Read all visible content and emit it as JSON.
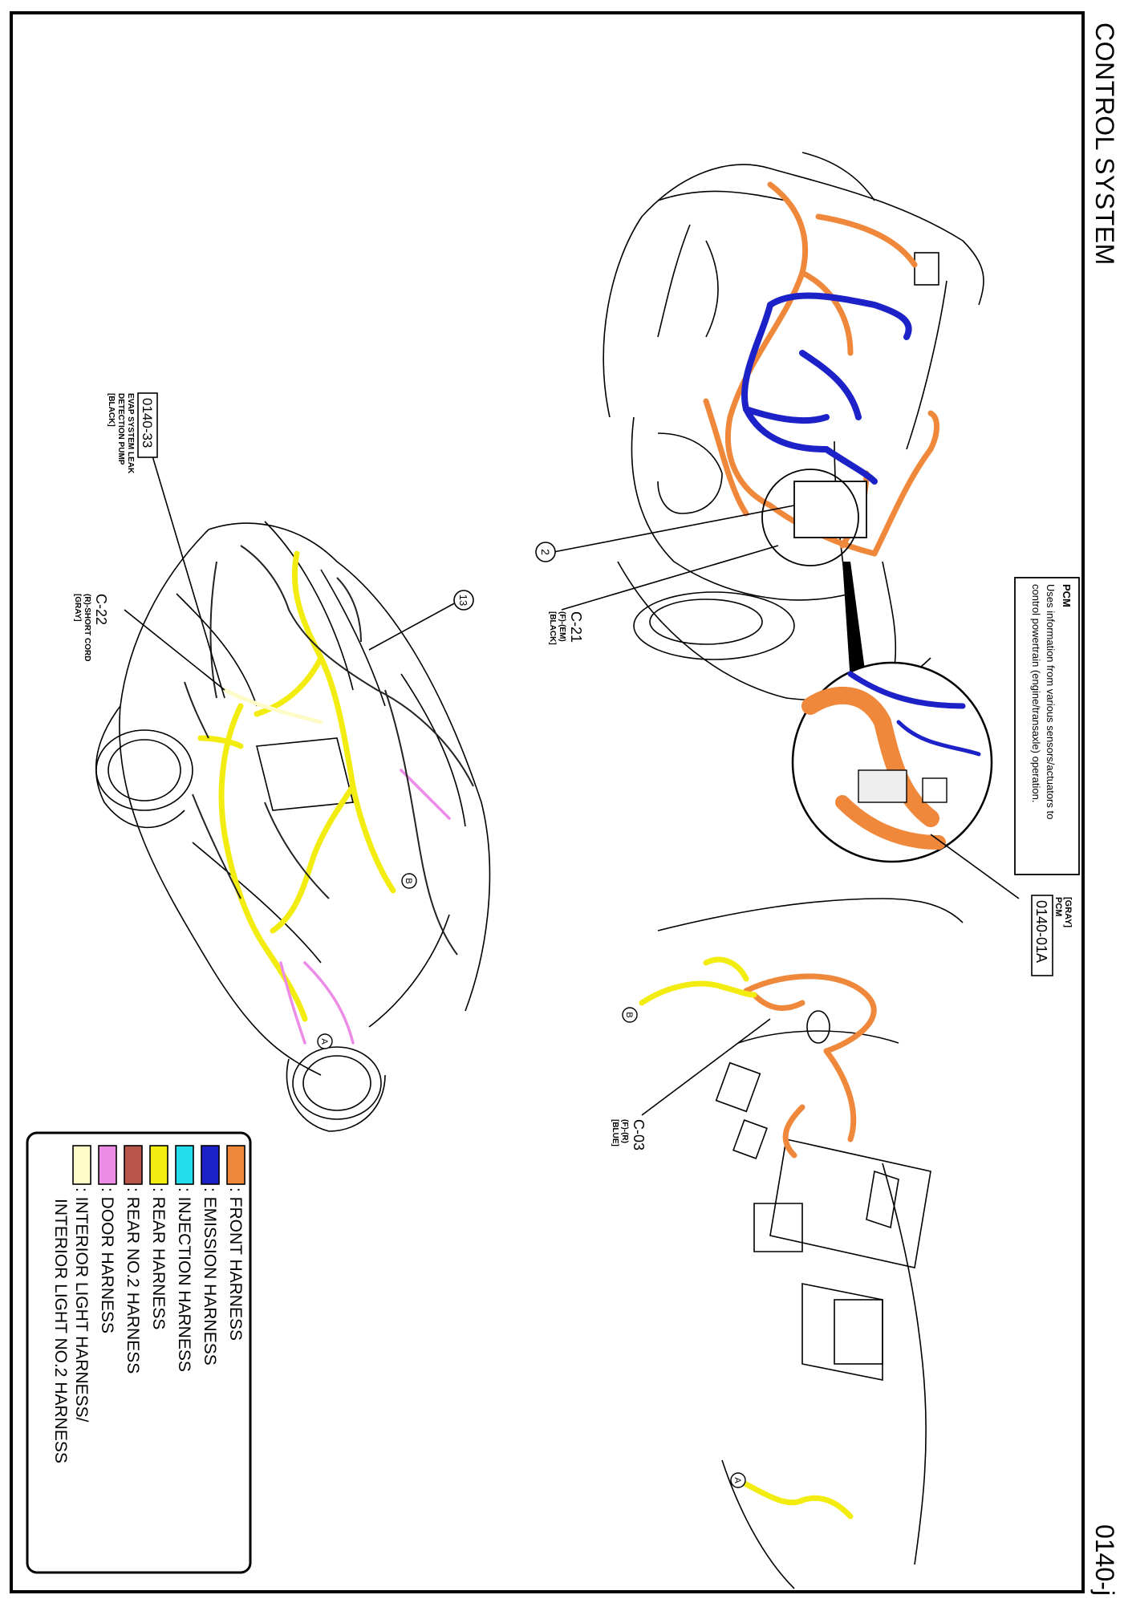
{
  "header": {
    "title": "CONTROL SYSTEM",
    "page_number": "0140-j"
  },
  "callouts": {
    "evap_pump": {
      "code": "0140-33",
      "line1": "EVAP SYSTEM LEAK",
      "line2": "DETECTION PUMP",
      "line3": "[BLACK]"
    },
    "c22": {
      "code": "C-22",
      "line1": "(R)-SHORT CORD",
      "line2": "[GRAY]"
    },
    "c21": {
      "code": "C-21",
      "line1": "(F)-(EM)",
      "line2": "[BLACK]"
    },
    "c03": {
      "code": "C-03",
      "line1": "(F)-(R)",
      "line2": "[BLUE]"
    },
    "pcm_connector": {
      "code": "0140-01A",
      "line1": "PCM",
      "line2": "[GRAY]"
    },
    "ref_13": "13",
    "ref_2": "2",
    "ref_a": "A",
    "ref_b": "B"
  },
  "pcm_note": {
    "title": "PCM",
    "line1": "Uses information from various sensors/actuators to",
    "line2": "control powertrain (engine/transaxle) operation."
  },
  "legend": {
    "items": [
      {
        "label": ": FRONT HARNESS",
        "color": "#f0883c"
      },
      {
        "label": ": EMISSION HARNESS",
        "color": "#1c22c8"
      },
      {
        "label": ": INJECTION HARNESS",
        "color": "#22dcec"
      },
      {
        "label": ": REAR HARNESS",
        "color": "#f2ec10"
      },
      {
        "label": ": REAR NO.2 HARNESS",
        "color": "#b8564a"
      },
      {
        "label": ": DOOR HARNESS",
        "color": "#ec8ce6"
      },
      {
        "label": ": INTERIOR LIGHT HARNESS/",
        "label2": "INTERIOR LIGHT NO.2 HARNESS",
        "color": "#fffbc8"
      }
    ]
  }
}
